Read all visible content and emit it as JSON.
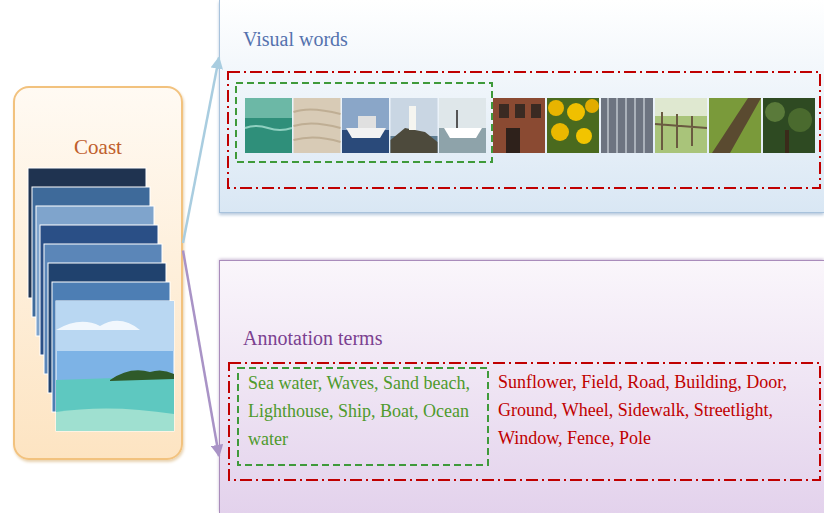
{
  "diagram": {
    "nodes": [
      {
        "text": [
          "Coast"
        ]
      },
      {
        "text": [
          "Visual words"
        ]
      },
      {
        "text": [
          "Annotation terms"
        ]
      },
      {
        "text": [
          "Sunflower, Field, Road, Building, Door, Ground, Wheel, Sidewalk, Streetlight, Window, Fence, Pole"
        ],
        "in": 2
      },
      {
        "text": [
          "Sea water, Waves, Sand beach, Lighthouse, Ship, Boat, Ocean water"
        ],
        "in": 3
      }
    ],
    "edges": [
      {
        "from": 0,
        "to": 1,
        "arrow": "to"
      },
      {
        "from": 0,
        "to": 2,
        "arrow": "to"
      }
    ]
  }
}
